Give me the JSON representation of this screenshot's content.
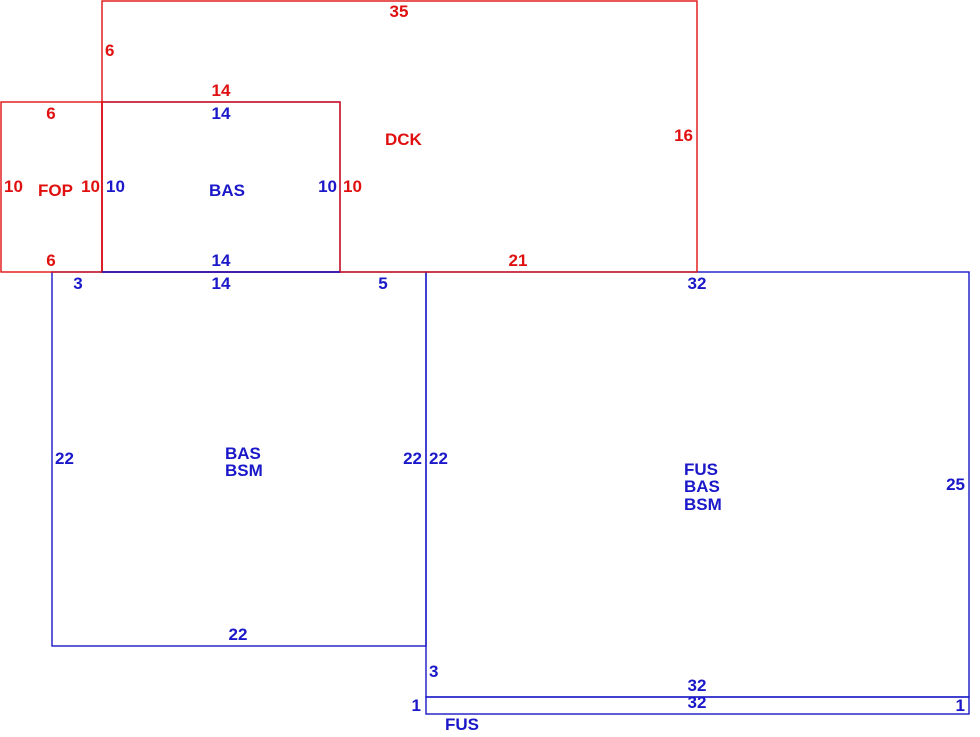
{
  "colors": {
    "upper_level": "#e01010",
    "lower_level": "#1a18c8",
    "background": "#ffffff"
  },
  "areas": {
    "dck": {
      "label": "DCK",
      "top": "35",
      "left": "6",
      "right": "16",
      "bottom": "21",
      "cut_top": "14"
    },
    "fop": {
      "label": "FOP",
      "top": "6",
      "bottom": "6",
      "left": "10",
      "right": "10"
    },
    "bas_upper": {
      "label": "BAS",
      "top": "14",
      "bottom": "14",
      "left": "10",
      "right": "10",
      "right_outer": "10"
    },
    "bas_bsm_left": {
      "label_1": "BAS",
      "label_2": "BSM",
      "top_left": "3",
      "top_mid": "14",
      "top_right": "5",
      "left": "22",
      "right": "22",
      "bottom": "22"
    },
    "fus_bas_bsm": {
      "label_1": "FUS",
      "label_2": "BAS",
      "label_3": "BSM",
      "top": "32",
      "left": "22",
      "right": "25",
      "bottom": "32",
      "step": "3"
    },
    "fus_strip": {
      "label": "FUS",
      "top": "32",
      "left": "1",
      "right": "1"
    }
  }
}
